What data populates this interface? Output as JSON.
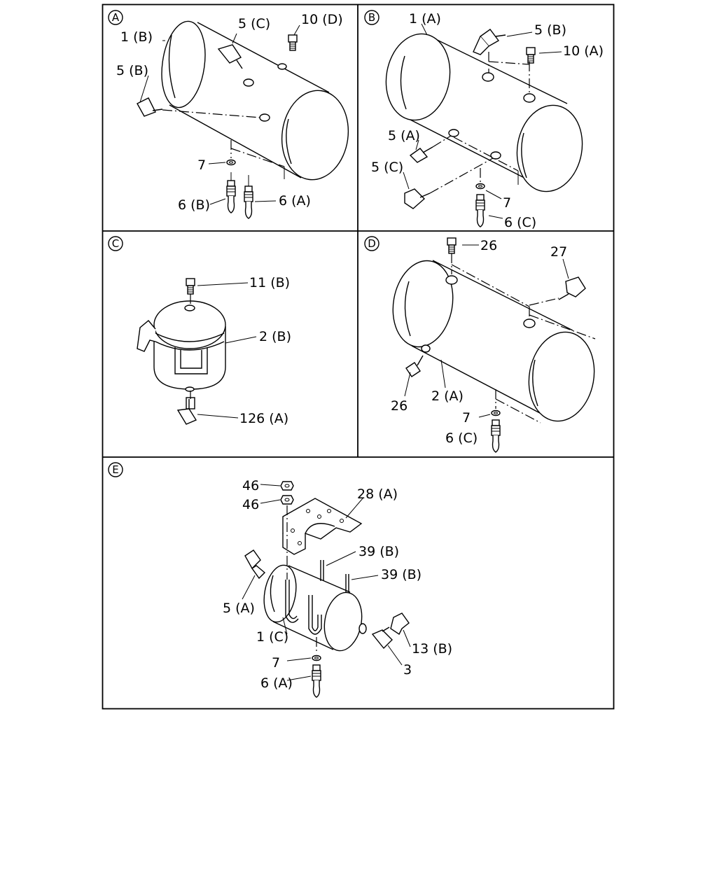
{
  "panels": {
    "a": {
      "letter": "A",
      "labels": [
        "1 (B)",
        "5 (C)",
        "10 (D)",
        "5 (B)",
        "7",
        "6 (B)",
        "6 (A)"
      ]
    },
    "b": {
      "letter": "B",
      "labels": [
        "1 (A)",
        "5 (B)",
        "10 (A)",
        "5 (A)",
        "5 (C)",
        "7",
        "6 (C)"
      ]
    },
    "c": {
      "letter": "C",
      "labels": [
        "11 (B)",
        "2 (B)",
        "126 (A)"
      ]
    },
    "d": {
      "letter": "D",
      "labels": [
        "26",
        "27",
        "26",
        "2 (A)",
        "7",
        "6 (C)"
      ]
    },
    "e": {
      "letter": "E",
      "labels": [
        "46",
        "46",
        "28 (A)",
        "39 (B)",
        "39 (B)",
        "5 (A)",
        "1 (C)",
        "7",
        "6 (A)",
        "13 (B)",
        "3"
      ]
    }
  }
}
